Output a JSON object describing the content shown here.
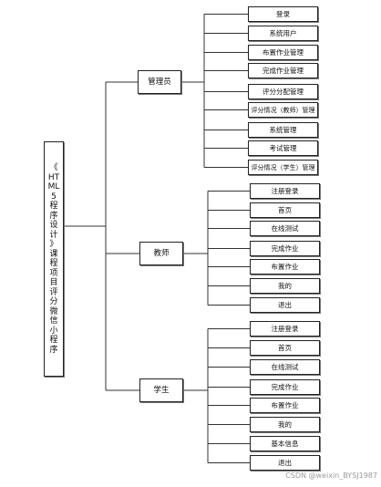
{
  "root": {
    "title": "《HTML5程序设计》课程项目评分微信小程序"
  },
  "roles": [
    {
      "label": "管理员",
      "children": [
        "登录",
        "系统用户",
        "布置作业管理",
        "完成作业管理",
        "评分分配管理",
        "评分情况（教师）管理",
        "系统管理",
        "考试管理",
        "评分情况（学生）管理"
      ]
    },
    {
      "label": "教师",
      "children": [
        "注册登录",
        "首页",
        "在线测试",
        "完成作业",
        "布置作业",
        "我的",
        "退出"
      ]
    },
    {
      "label": "学生",
      "children": [
        "注册登录",
        "首页",
        "在线测试",
        "完成作业",
        "布置作业",
        "我的",
        "基本信息",
        "退出"
      ]
    }
  ],
  "watermark": "CSDN @weixin_BYSJ1987"
}
